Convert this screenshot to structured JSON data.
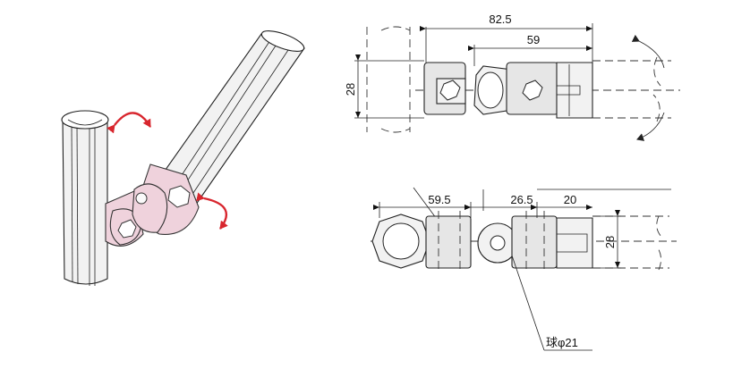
{
  "colors": {
    "joint_pink": "#efd2dc",
    "rotation_arrow_red": "#d8262e",
    "line": "#222222"
  },
  "top_view": {
    "dim_overall": "82.5",
    "dim_inner": "59",
    "dim_height": "28"
  },
  "bottom_view": {
    "dim_left": "59.5",
    "dim_mid": "26.5",
    "dim_right": "20",
    "dim_height": "28",
    "ball_note": "球φ21"
  }
}
